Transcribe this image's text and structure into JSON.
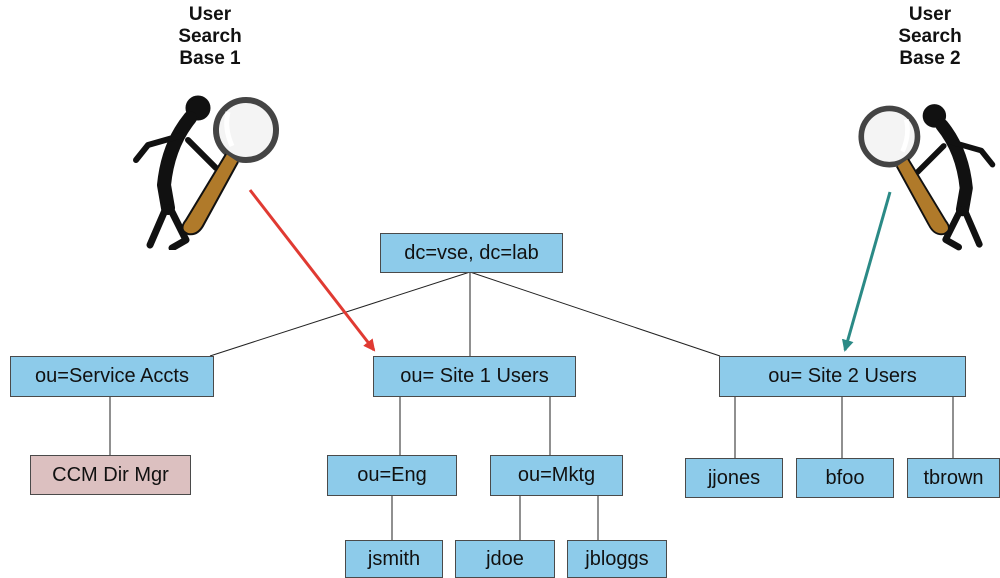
{
  "search_bases": [
    {
      "line1": "User",
      "line2": "Search",
      "line3": "Base 1",
      "arrow_color": "#e03a32"
    },
    {
      "line1": "User",
      "line2": "Search",
      "line3": "Base 2",
      "arrow_color": "#2b8a86"
    }
  ],
  "nodes": {
    "root": "dc=vse, dc=lab",
    "service_accts": "ou=Service Accts",
    "site1": "ou= Site 1 Users",
    "site2": "ou= Site 2 Users",
    "ccm": "CCM Dir Mgr",
    "eng": "ou=Eng",
    "mktg": "ou=Mktg",
    "jjones": "jjones",
    "bfoo": "bfoo",
    "tbrown": "tbrown",
    "jsmith": "jsmith",
    "jdoe": "jdoe",
    "jbloggs": "jbloggs"
  },
  "colors": {
    "node_fill": "#8dcbea",
    "special_node_fill": "#dcc0c0",
    "connector": "#222222",
    "magnifier_handle": "#b07a2a"
  },
  "icons": [
    "searcher-figure-icon",
    "magnifying-glass-icon"
  ]
}
